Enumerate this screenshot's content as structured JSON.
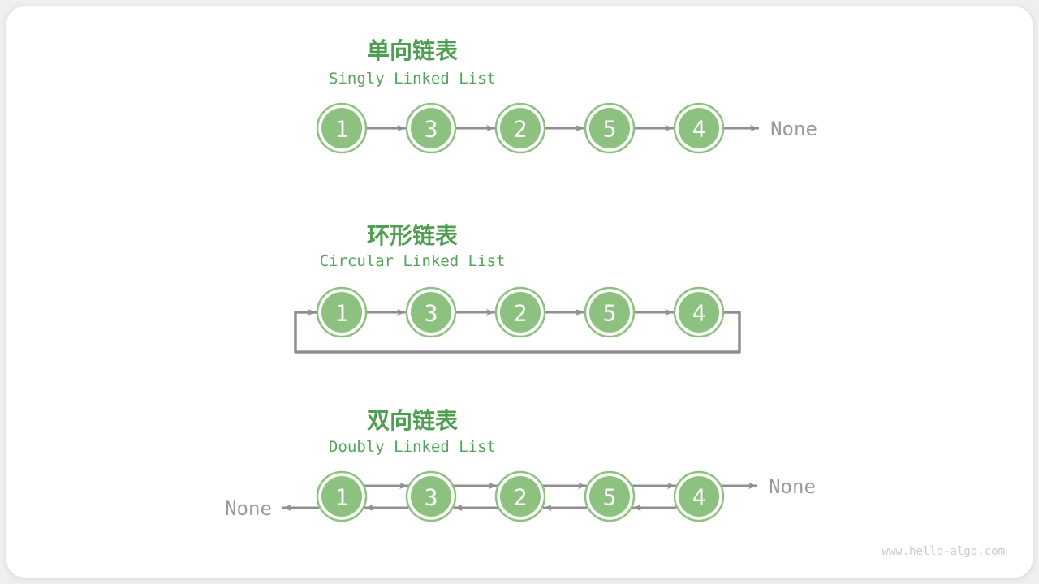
{
  "sections": [
    {
      "id": "singly",
      "title_zh": "单向链表",
      "title_en": "Singly Linked List",
      "nodes": [
        "1",
        "3",
        "2",
        "5",
        "4"
      ],
      "none_label": "None"
    },
    {
      "id": "circular",
      "title_zh": "环形链表",
      "title_en": "Circular Linked List",
      "nodes": [
        "1",
        "3",
        "2",
        "5",
        "4"
      ]
    },
    {
      "id": "doubly",
      "title_zh": "双向链表",
      "title_en": "Doubly Linked List",
      "nodes": [
        "1",
        "3",
        "2",
        "5",
        "4"
      ],
      "none_left": "None",
      "none_right": "None"
    }
  ],
  "watermark": "www.hello-algo.com",
  "colors": {
    "title_green": "#4f9e52",
    "subtitle_green": "#56a45c",
    "node_green": "#8cc17f",
    "arrow_gray": "#8f8f8f",
    "none_gray": "#9a9a9a",
    "watermark_gray": "#cbcbcb",
    "card_white": "#ffffff",
    "page_gray": "#efefef"
  }
}
